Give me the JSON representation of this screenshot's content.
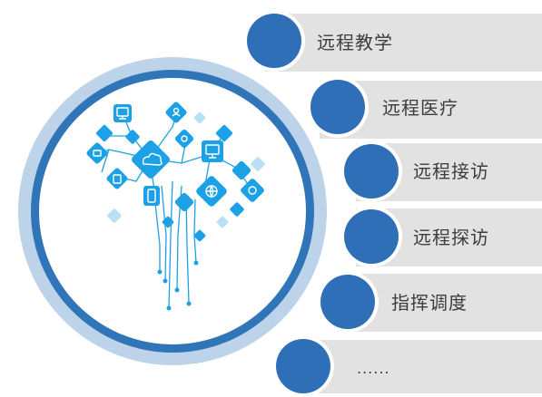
{
  "diagram": {
    "items": [
      {
        "id": "item-1",
        "label": "远程教学"
      },
      {
        "id": "item-2",
        "label": "远程医疗"
      },
      {
        "id": "item-3",
        "label": "远程接访"
      },
      {
        "id": "item-4",
        "label": "远程探访"
      },
      {
        "id": "item-5",
        "label": "指挥调度"
      },
      {
        "id": "item-6",
        "label": "......"
      }
    ],
    "colors": {
      "bar": "#e2e2e2",
      "bar_edge": "#d0d0d0",
      "bullet": "#2f6fb7",
      "bullet_ring": "#ffffff",
      "outer_ring": "#bdd3ea",
      "inner_ring": "#2f75b8",
      "tree": "#1da1e6",
      "tree_light": "#b9e0f5",
      "text": "#3c3c3c"
    },
    "icons": [
      "monitor-icon",
      "user-icon",
      "cloud-icon",
      "settings-icon",
      "phone-icon",
      "tablet-icon",
      "globe-icon",
      "target-icon",
      "chat-icon"
    ]
  }
}
